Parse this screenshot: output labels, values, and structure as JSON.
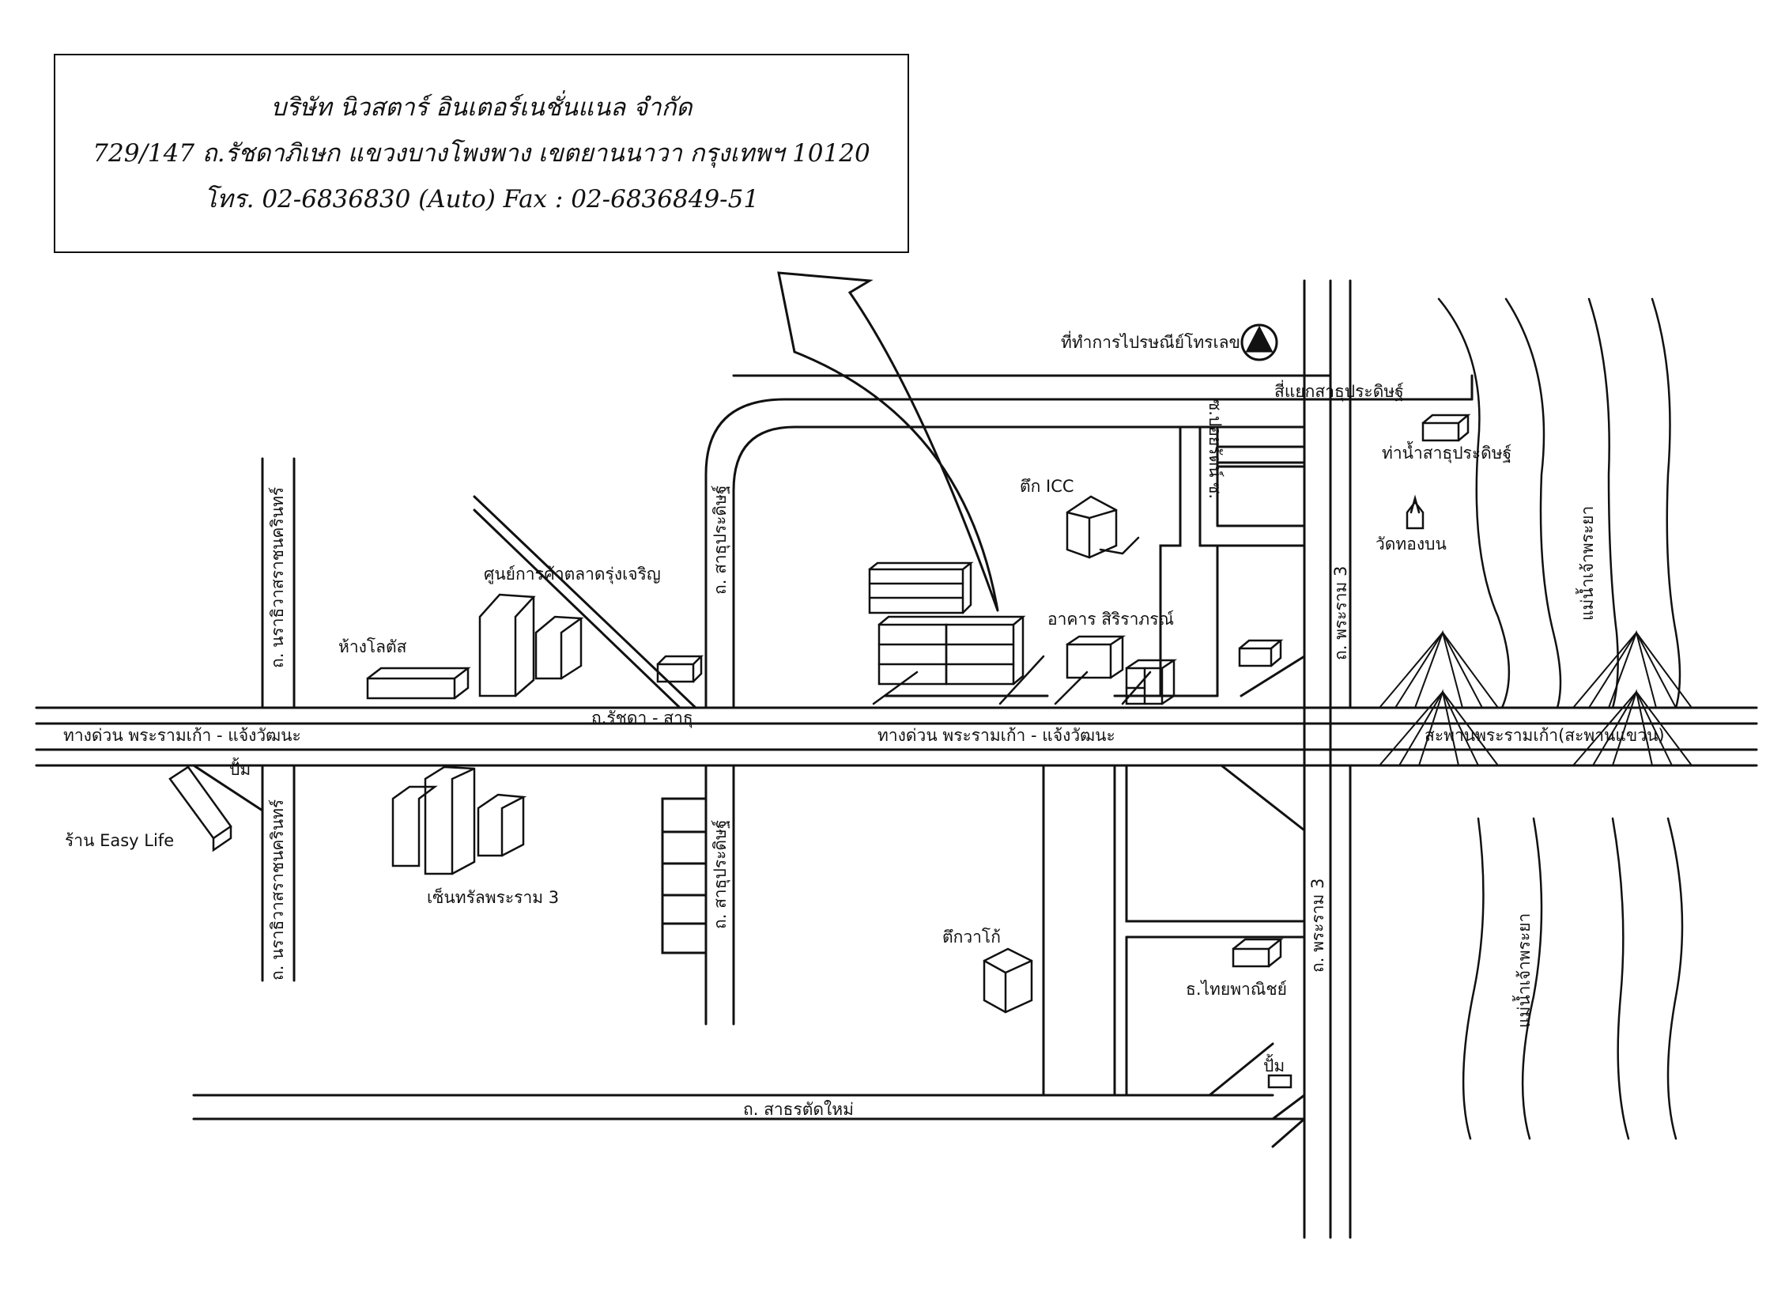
{
  "header": {
    "company": "บริษัท นิวสตาร์ อินเตอร์เนชั่นแนล จำกัด",
    "address": "729/147 ถ.รัชดาภิเษก แขวงบางโพงพาง เขตยานนาวา กรุงเทพฯ 10120",
    "contact": "โทร. 02-6836830 (Auto) Fax : 02-6836849-51"
  },
  "labels": {
    "post_office": "ที่ทำการไปรษณีย์โทรเลข",
    "intersection_lanfuprasit": "สี่แยกสาธุประดิษฐ์",
    "pier": "ท่าน้ำสาธุประดิษฐ์",
    "wat": "วัดทองบน",
    "icc": "ตึก ICC",
    "soi": "ซ.ปอยรัตน์ ซ.",
    "sathupradit_road_top": "ถ. สาธุประดิษฐ์",
    "sathupradit_road_bottom": "ถ. สาธุประดิษฐ์",
    "market_center": "ศูนย์การค้าตลาดรุ่งเจริญ",
    "lotus": "ห้างโลตัส",
    "sirirat_building": "อาคาร สิริราภรณ์",
    "rama3_top": "ถ. พระราม 3",
    "rama3_bottom": "ถ. พระราม 3",
    "river_top": "แม่น้ำเจ้าพระยา",
    "river_bottom": "แม่น้ำเจ้าพระยา",
    "ratchada_sathu": "ถ.รัชดา - สาธุ",
    "expressway_left": "ทางด่วน พระรามเก้า - แจ้งวัฒนะ",
    "expressway_center": "ทางด่วน พระรามเก้า - แจ้งวัฒนะ",
    "bridge": "สะพานพระรามเก้า(สะพานแขวน)",
    "narathiwat_top": "ถ. นราธิวาสราชนครินทร์",
    "narathiwat_bottom": "ถ. นราธิวาสราชนครินทร์",
    "atm_left": "ปั้ม",
    "easy_life": "ร้าน Easy Life",
    "central_rama3": "เซ็นทรัลพระราม 3",
    "wako": "ตึกวาโก้",
    "thai_bank": "ธ.ไทยพาณิชย์",
    "atm_right": "ปั้ม",
    "new_road": "ถ. สาธรตัดใหม่"
  },
  "colors": {
    "ink": "#111111",
    "paper": "#ffffff"
  },
  "icons": {
    "post_office": "triangle-in-circle-icon",
    "direction": "curved-arrow-icon"
  }
}
